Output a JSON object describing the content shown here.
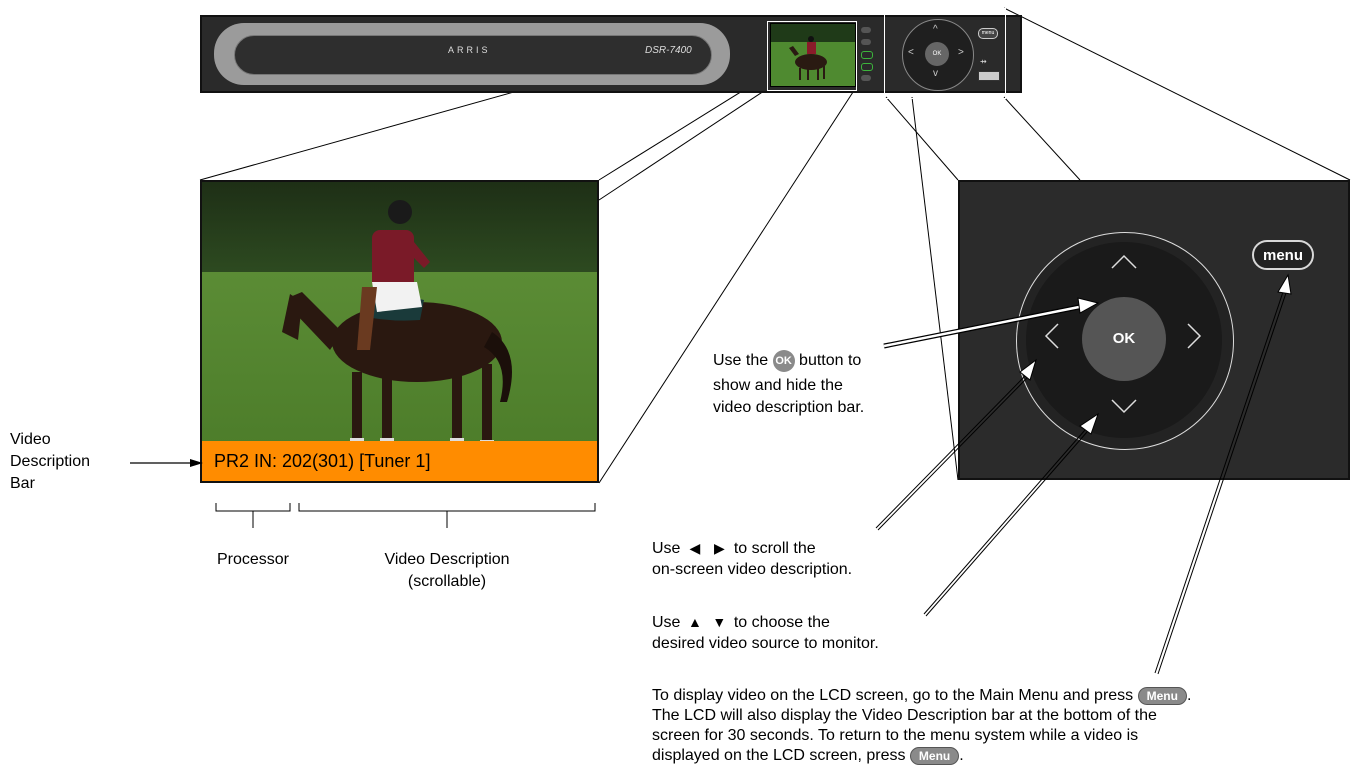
{
  "device": {
    "brand": "ARRIS",
    "model": "DSR-7400",
    "ok_label": "OK",
    "menu_label": "menu"
  },
  "lcd": {
    "bar_text": "PR2 IN: 202(301) [Tuner 1]"
  },
  "zoom": {
    "ok_label": "OK",
    "menu_label": "menu"
  },
  "labels": {
    "video_description_bar": [
      "Video",
      "Description",
      "Bar"
    ],
    "processor": "Processor",
    "video_description": "Video Description",
    "scrollable": "(scrollable)"
  },
  "callouts": {
    "ok": {
      "prefix": "Use the",
      "button": "OK",
      "line1_suffix": "button to",
      "line2": "show and hide the",
      "line3": "video description bar."
    },
    "scroll": {
      "prefix": "Use",
      "line1_suffix": "to scroll the",
      "line2": "on-screen video description."
    },
    "choose": {
      "prefix": "Use",
      "line1_suffix": "to choose the",
      "line2": "desired video source to monitor."
    },
    "menu": {
      "line1": "To display video on the LCD screen, go to the Main Menu and press",
      "button": "Menu",
      "line2": "The LCD will also display the Video Description bar at the bottom of the",
      "line3": "screen for 30 seconds. To return to the menu system while a video is",
      "line4": "displayed on the LCD screen, press"
    }
  },
  "icons": [
    "left-triangle-icon",
    "right-triangle-icon",
    "up-triangle-icon",
    "down-triangle-icon",
    "usb-icon"
  ]
}
